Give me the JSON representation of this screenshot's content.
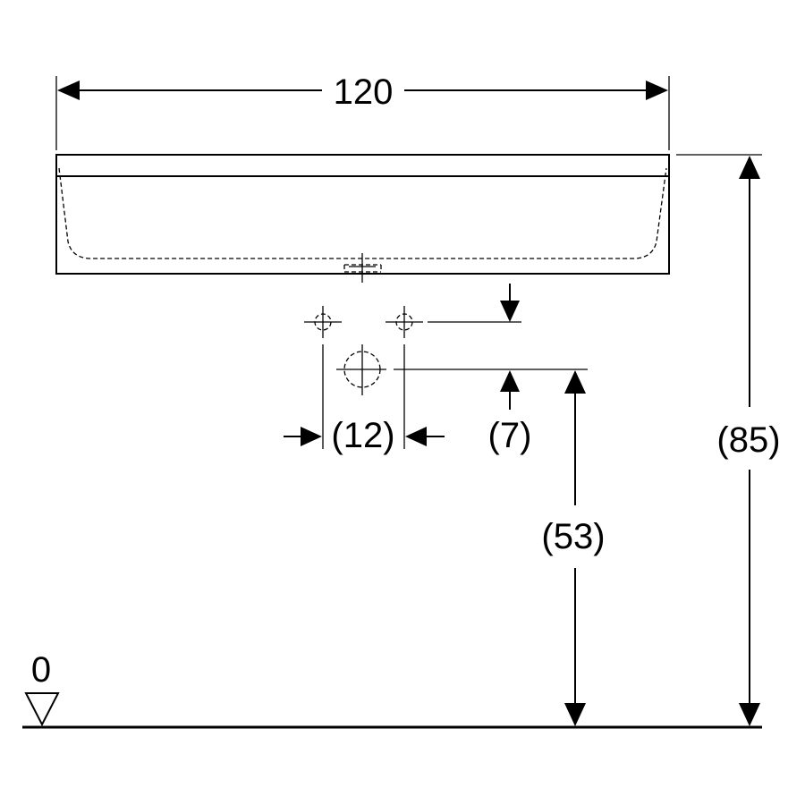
{
  "dimensions": {
    "width": "120",
    "hole_spacing": "(12)",
    "tap_offset": "(7)",
    "outlet_height": "(53)",
    "overall_height": "(85)",
    "floor_level": "0"
  }
}
